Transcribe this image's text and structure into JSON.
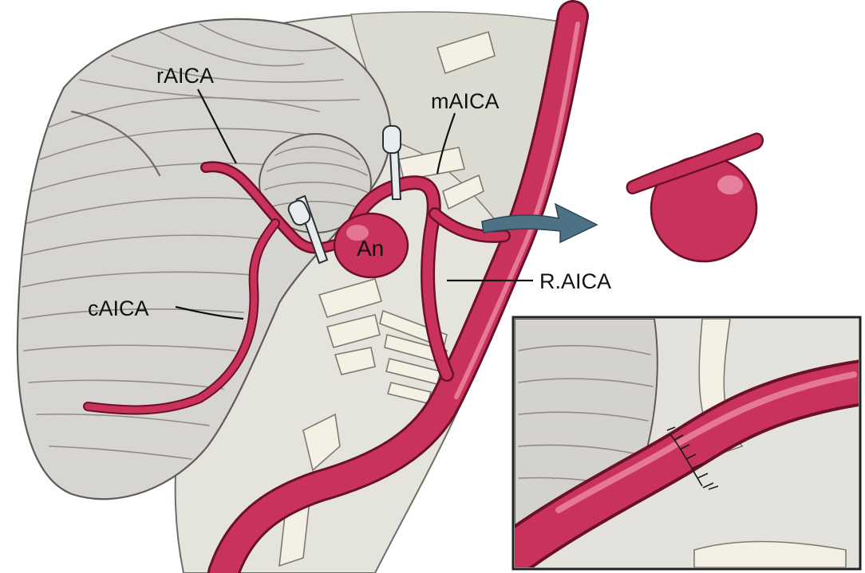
{
  "labels": {
    "raica": "rAICA",
    "maica": "mAICA",
    "caica": "cAICA",
    "r_aica": "R.AICA",
    "aneurysm": "An"
  },
  "colors": {
    "artery": "#c8325b",
    "artery_outline": "#6a1028",
    "artery_highlight": "#ec8aa3",
    "cerebellum": "#d7d5d1",
    "brainstem": "#e4e3dc",
    "nerve": "#f4f1e4",
    "arrow": "#4d7285",
    "inset_border": "#222222"
  },
  "icons": {
    "clip_left": "aneurysm-clip-icon",
    "clip_right": "aneurysm-clip-icon",
    "arrow": "curved-arrow-icon"
  }
}
